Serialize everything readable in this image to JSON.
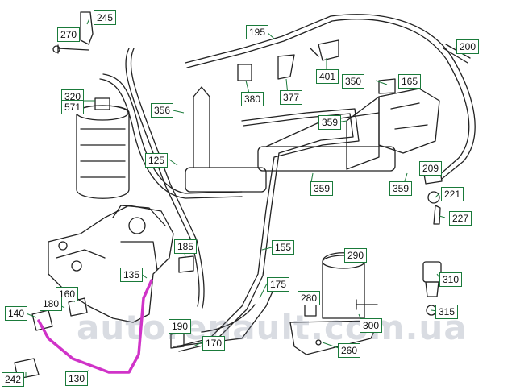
{
  "diagram": {
    "watermark": "autorenault.com.ua",
    "highlight_color": "#d033c8",
    "callout_border_color": "#1a7a3a",
    "callouts": {
      "c245": "245",
      "c270": "270",
      "c195": "195",
      "c200": "200",
      "c401": "401",
      "c350": "350",
      "c165": "165",
      "c380": "380",
      "c377": "377",
      "c320": "320",
      "c571": "571",
      "c356": "356",
      "c359a": "359",
      "c359b": "359",
      "c359c": "359",
      "c209": "209",
      "c221": "221",
      "c227": "227",
      "c125": "125",
      "c185": "185",
      "c155": "155",
      "c290": "290",
      "c135": "135",
      "c175": "175",
      "c310": "310",
      "c280": "280",
      "c160": "160",
      "c140": "140",
      "c180": "180",
      "c315": "315",
      "c190": "190",
      "c300": "300",
      "c170": "170",
      "c260": "260",
      "c242": "242",
      "c130": "130"
    }
  }
}
